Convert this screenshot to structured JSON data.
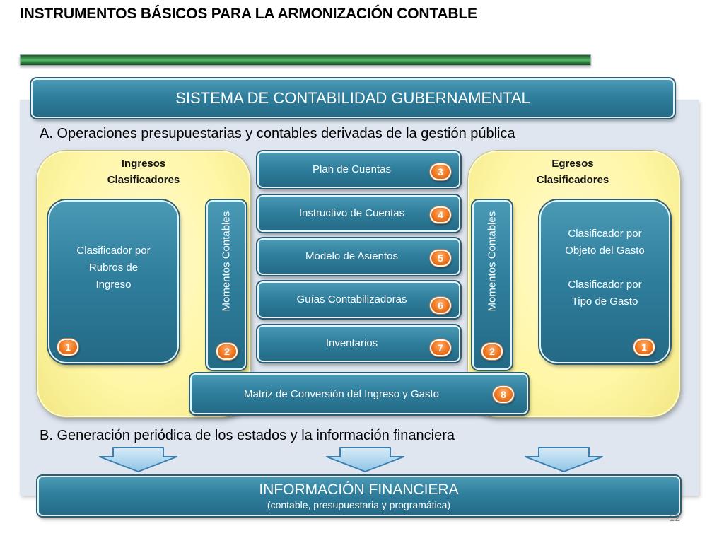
{
  "title": "INSTRUMENTOS BÁSICOS PARA LA ARMONIZACIÓN CONTABLE",
  "header": "SISTEMA DE CONTABILIDAD GUBERNAMENTAL",
  "section_a": "A. Operaciones presupuestarias y contables derivadas de la gestión pública",
  "section_b": "B. Generación periódica de los estados y la información financiera",
  "left_group": {
    "title_line1": "Ingresos",
    "title_line2": "Clasificadores",
    "classifier": {
      "line1": "Clasificador por",
      "line2": "Rubros de",
      "line3": "Ingreso",
      "number": "1"
    },
    "moments": {
      "label": "Momentos Contables",
      "number": "2"
    }
  },
  "right_group": {
    "title_line1": "Egresos",
    "title_line2": "Clasificadores",
    "classifier": {
      "line1": "Clasificador por",
      "line2": "Objeto del Gasto",
      "line3": "Clasificador por",
      "line4": "Tipo de Gasto",
      "number": "1"
    },
    "moments": {
      "label": "Momentos Contables",
      "number": "2"
    }
  },
  "instruments": [
    {
      "label": "Plan de Cuentas",
      "number": "3"
    },
    {
      "label": "Instructivo de Cuentas",
      "number": "4"
    },
    {
      "label": "Modelo de Asientos",
      "number": "5"
    },
    {
      "label": "Guías Contabilizadoras",
      "number": "6"
    },
    {
      "label": "Inventarios",
      "number": "7"
    }
  ],
  "matrix": {
    "label": "Matriz de Conversión del Ingreso y Gasto",
    "number": "8"
  },
  "info": {
    "title": "INFORMACIÓN FINANCIERA",
    "subtitle": "(contable, presupuestaria y programática)"
  },
  "page_number": "12",
  "colors": {
    "teal": "#2f7f9d",
    "yellow": "#fff6a6",
    "orange": "#f07820",
    "green_rule": "#3f9a52",
    "arrow": "#a9d4ee",
    "panel": "#dfe6f0"
  }
}
